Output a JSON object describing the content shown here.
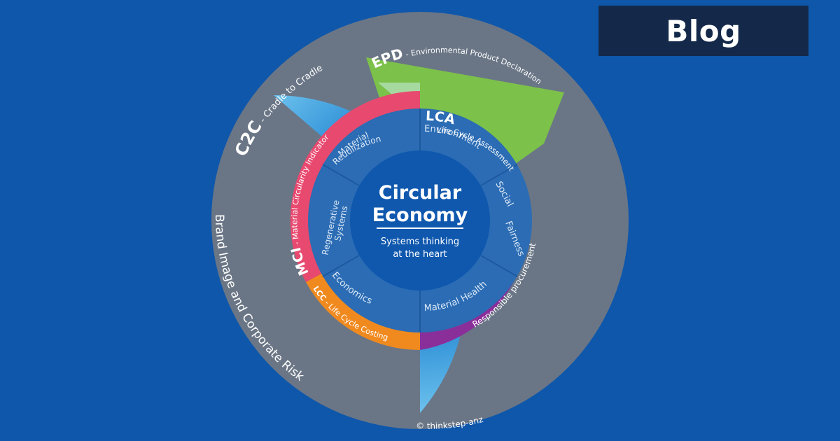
{
  "badge": {
    "label": "Blog"
  },
  "center": {
    "title_line1": "Circular",
    "title_line2": "Economy",
    "subtitle_line1": "Systems thinking",
    "subtitle_line2": "at the heart"
  },
  "inner_segments": {
    "environment": "Environment",
    "social_line1": "Social",
    "social_line2": "Fairness",
    "material_health": "Material Health",
    "economics": "Economics",
    "regenerative_line1": "Regenerative",
    "regenerative_line2": "Systems",
    "reutilization_line1": "Material",
    "reutilization_line2": "Reutilization"
  },
  "frameworks": {
    "mci_abbr": "MCI",
    "mci_full": " - Material Circularity Indicator",
    "lca_abbr": "LCA",
    "lca_full": "Life Cycle Assessment",
    "responsible": "Responsible procurement",
    "lcc_abbr": "LCC",
    "lcc_full": " - Life Cycle Costing",
    "epd_abbr": "EPD",
    "epd_full": " - Environmental Product Declaration",
    "c2c_abbr": "C2C",
    "c2c_full": " - Cradle to Cradle",
    "brand": "Brand Image and Corporate Risk"
  },
  "copyright": "© thinkstep-anz",
  "colors": {
    "background": "#0f57ab",
    "badge": "#14294a",
    "outer_gray": "#6a7686",
    "light_blue": "#57b6e8",
    "green": "#7cc14a",
    "pink": "#e8496f",
    "purple": "#8a2f9a",
    "orange": "#f08a1f",
    "inner_blue": "#2b6cb4",
    "core_blue": "#0f58ae"
  }
}
